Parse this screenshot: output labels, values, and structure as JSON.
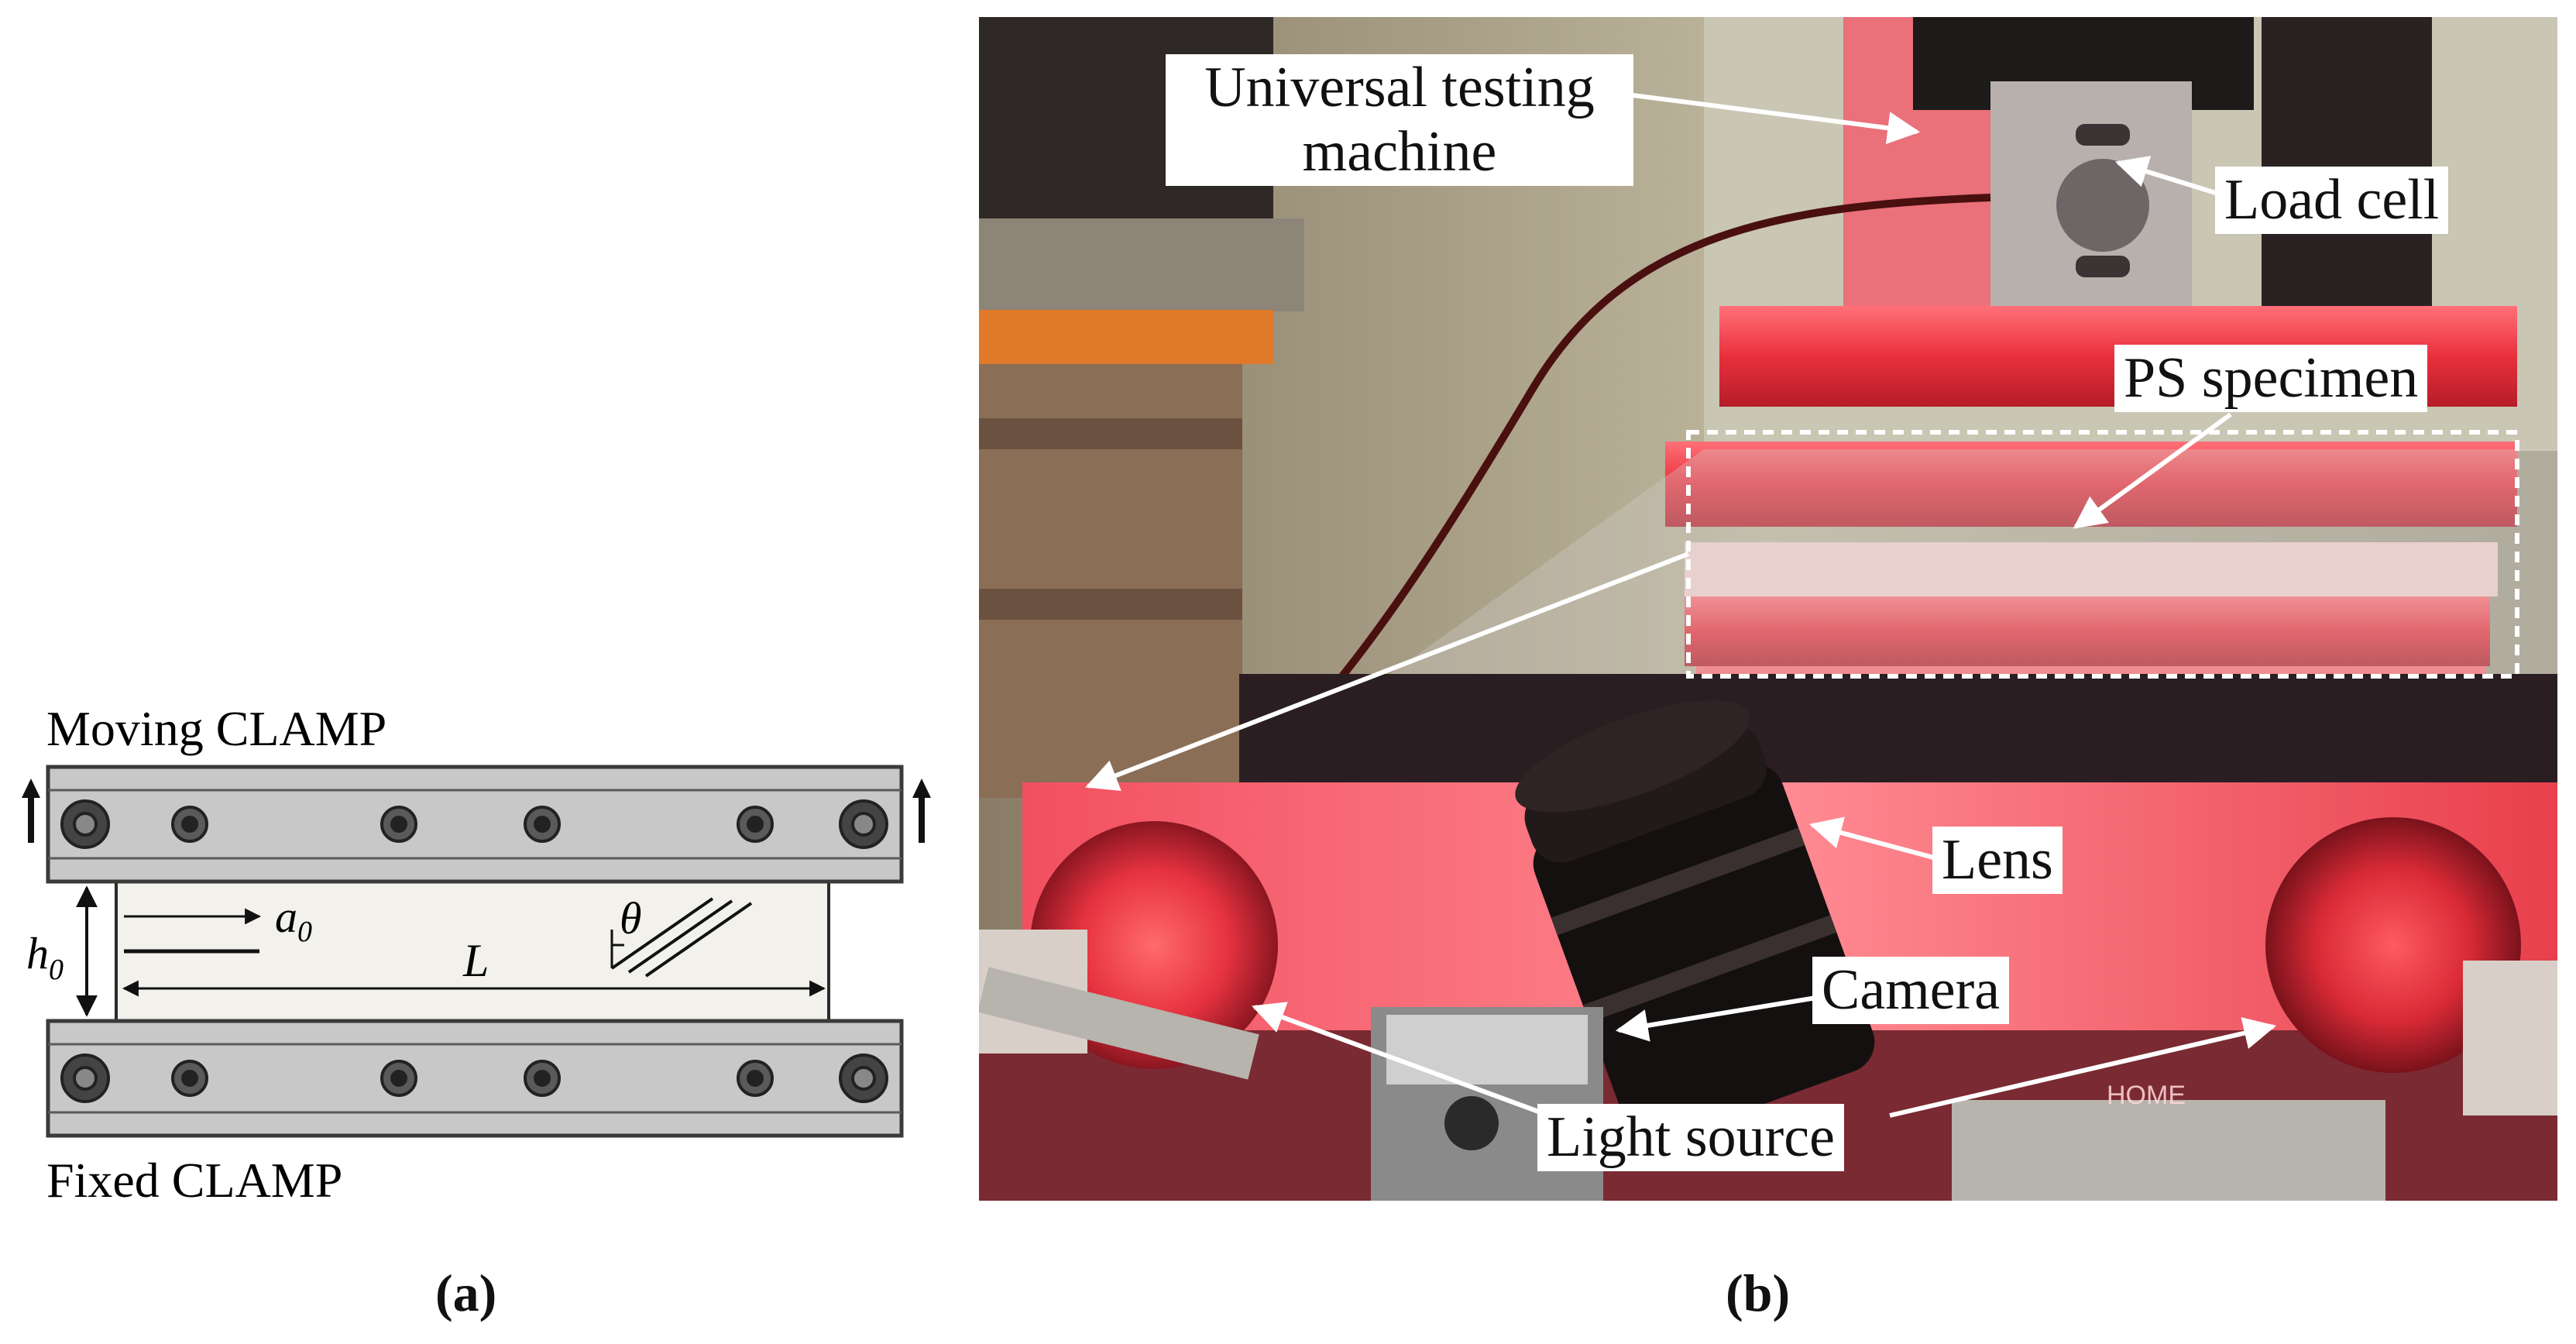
{
  "panel_a": {
    "caption": "(a)",
    "top_label": "Moving CLAMP",
    "bottom_label": "Fixed CLAMP",
    "symbols": {
      "h0": "h",
      "h0_sub": "0",
      "a0": "a",
      "a0_sub": "0",
      "L": "L",
      "theta": "θ"
    },
    "colors": {
      "clamp_fill": "#c8c8c8",
      "clamp_stroke": "#3a3a3a",
      "specimen_fill": "#f2f1ec"
    }
  },
  "panel_b": {
    "caption": "(b)",
    "callouts": {
      "utm_line1": "Universal testing",
      "utm_line2": "machine",
      "load_cell": "Load cell",
      "ps_specimen": "PS specimen",
      "lens": "Lens",
      "camera": "Camera",
      "light_source": "Light source"
    },
    "colors": {
      "red_light": "#e8303a",
      "dark": "#1a1414"
    }
  }
}
